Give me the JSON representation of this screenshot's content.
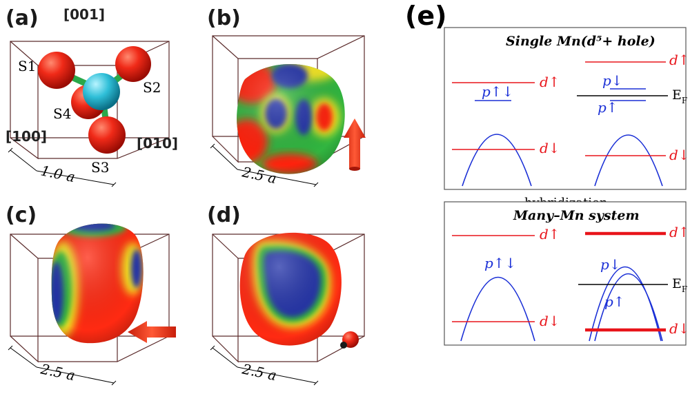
{
  "panels": {
    "a": {
      "label": "(a)",
      "dir_001": "[001]",
      "dir_100": "[100]",
      "dir_010": "[010]",
      "sites": [
        "S1",
        "S2",
        "S3",
        "S4"
      ],
      "scale": "1.0 a"
    },
    "b": {
      "label": "(b)",
      "scale": "2.5 a"
    },
    "c": {
      "label": "(c)",
      "scale": "2.5 a"
    },
    "d": {
      "label": "(d)",
      "scale": "2.5 a"
    },
    "e": {
      "label": "(e)",
      "top_title": "Single Mn(d⁵+ hole)",
      "bottom_title": "Many–Mn system",
      "hybridization": "hybridization",
      "d_up": "d↑",
      "d_down": "d↓",
      "p_updown": "p↑↓",
      "p_down": "p↓",
      "p_up": "p↑",
      "ef": "E",
      "ef_sub": "F"
    }
  },
  "colors": {
    "ligand": "#e8231b",
    "mn_atom": "#2fbfd8",
    "bond": "#2aa84a",
    "arrow": "#ff3b1f",
    "box": "#5a2a2a",
    "level_red": "#e8141a",
    "band_blue": "#1a2fd6"
  }
}
